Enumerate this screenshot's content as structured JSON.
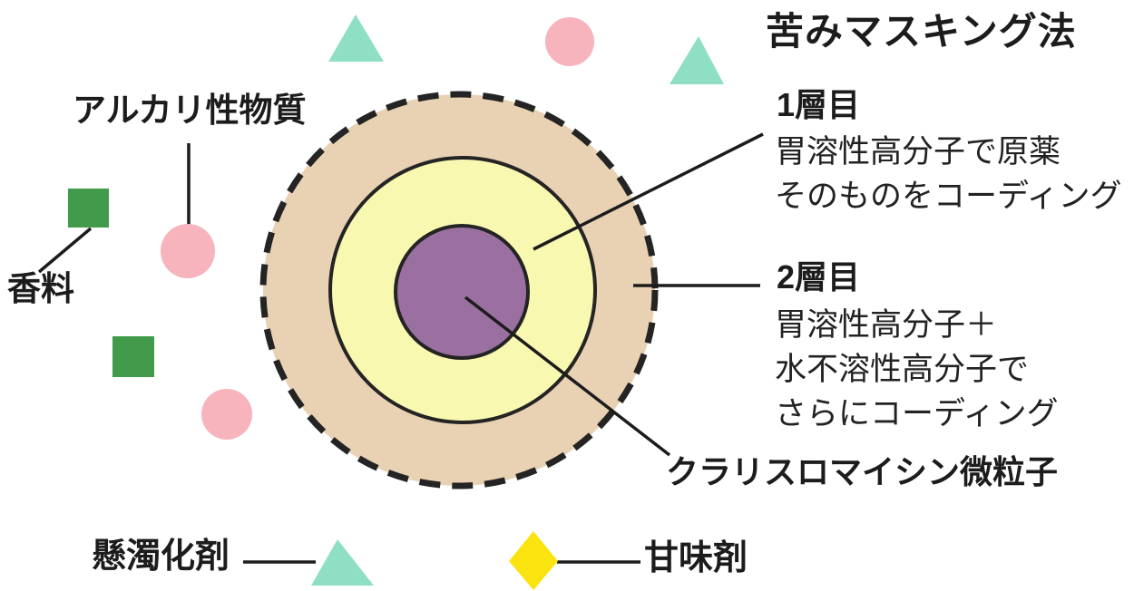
{
  "title": "苦みマスキング法",
  "colors": {
    "ink": "#1c1c1c",
    "layer2_coating_tan": "#e9d1b4",
    "layer1_coating_yellow": "#f9f8b1",
    "drug_core_purple": "#9a70a1",
    "suspending_agent_teal": "#8fdfc4",
    "alkaline_pink": "#f7b4bd",
    "fragrance_green": "#419b4b",
    "sweetener_yellow": "#fbe30f"
  },
  "annotations": {
    "alkaline": "アルカリ性物質",
    "fragrance": "香料",
    "suspending_agent": "懸濁化剤",
    "sweetener": "甘味剤",
    "core": "クラリスロマイシン微粒子",
    "layer1_heading": "1層目",
    "layer1_body": "胃溶性高分子で原薬\nそのものをコーディング",
    "layer2_heading": "2層目",
    "layer2_body": "胃溶性高分子＋\n水不溶性高分子で\nさらにコーディング"
  },
  "icons": {
    "teal_triangle": "suspending agent (懸濁化剤)",
    "pink_circle": "alkaline substance (アルカリ性物質)",
    "green_square": "fragrance (香料)",
    "yellow_diamond": "sweetener (甘味剤)"
  }
}
